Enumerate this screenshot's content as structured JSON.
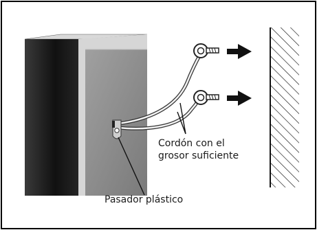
{
  "labels": {
    "cord": [
      "Cordón con el",
      "grosor suficiente"
    ],
    "pin": "Pasador plástico"
  },
  "colors": {
    "frame": "#000000",
    "panel_dark": "#1c1c1c",
    "panel_front": "#8a8a8a",
    "panel_front_edge": "#cfcfcf",
    "wall_hatch": "#222222",
    "cord": "#444444",
    "arrow": "#111111"
  },
  "icons": [
    "speaker-cabinet",
    "screw-eye-hook",
    "arrow-right",
    "wall-hatch",
    "plastic-pin",
    "safety-cord"
  ]
}
